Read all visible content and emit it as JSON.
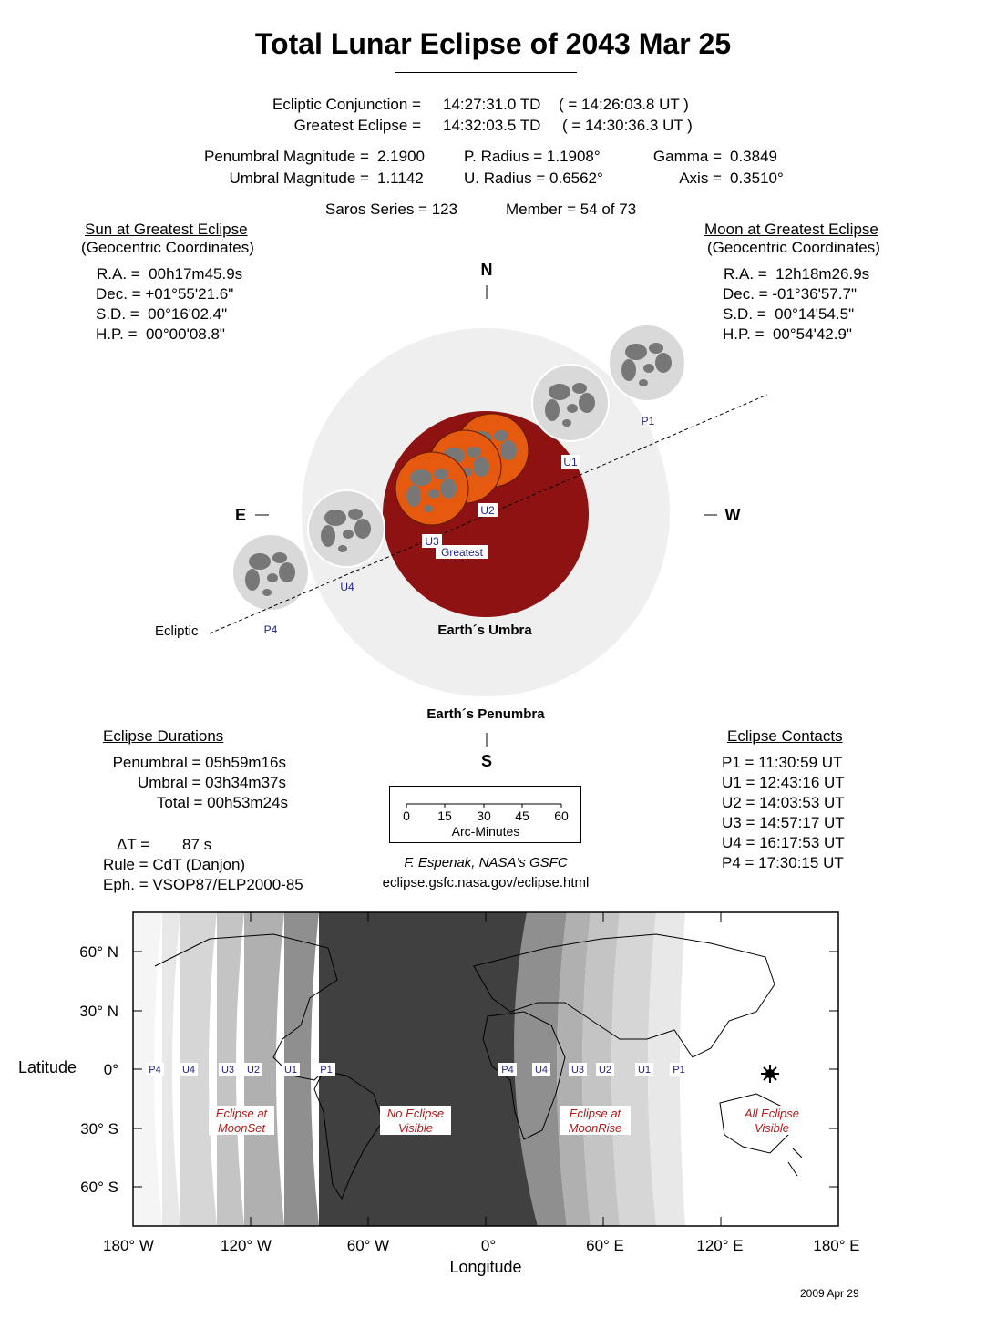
{
  "title": "Total Lunar Eclipse of  2043 Mar 25",
  "times": {
    "conj_label": "Ecliptic Conjunction =",
    "conj_td": "14:27:31.0 TD",
    "conj_ut": "( = 14:26:03.8 UT )",
    "greatest_label": "Greatest Eclipse =",
    "greatest_td": "14:32:03.5 TD",
    "greatest_ut": "( = 14:30:36.3 UT )"
  },
  "params": {
    "pen_mag_label": "Penumbral Magnitude =",
    "pen_mag": "2.1900",
    "umb_mag_label": "Umbral Magnitude =",
    "umb_mag": "1.1142",
    "p_radius": "P. Radius = 1.1908°",
    "u_radius": "U. Radius = 0.6562°",
    "gamma_label": "Gamma =",
    "gamma": "0.3849",
    "axis_label": "Axis =",
    "axis": "0.3510°"
  },
  "saros": {
    "series": "Saros Series = 123",
    "member": "Member = 54 of 73"
  },
  "sun": {
    "heading": "Sun at Greatest Eclipse",
    "sub": "(Geocentric Coordinates)",
    "ra": "R.A. =  00h17m45.9s",
    "dec": "Dec. = +01°55'21.6\"",
    "sd": "S.D. =  00°16'02.4\"",
    "hp": "H.P. =  00°00'08.8\""
  },
  "moon": {
    "heading": "Moon at Greatest Eclipse",
    "sub": "(Geocentric Coordinates)",
    "ra": "R.A. =  12h18m26.9s",
    "dec": "Dec. = -01°36'57.7\"",
    "sd": "S.D. =  00°14'54.5\"",
    "hp": "H.P. =  00°54'42.9\""
  },
  "diagram": {
    "north": "N",
    "south": "S",
    "east": "E",
    "west": "W",
    "ecliptic": "Ecliptic",
    "umbra_label": "Earth´s Umbra",
    "penumbra_label": "Earth´s Penumbra",
    "greatest": "Greatest",
    "contacts": [
      "P1",
      "U1",
      "U2",
      "U3",
      "U4",
      "P4"
    ],
    "colors": {
      "umbra": "#8e1212",
      "penumbra": "#efefef",
      "eclipsed_moon": "#e65a10",
      "moon": "#d9d9d9"
    }
  },
  "durations": {
    "heading": "Eclipse Durations",
    "penumbral": "Penumbral = 05h59m16s",
    "umbral": "Umbral = 03h34m37s",
    "total": "Total = 00h53m24s"
  },
  "misc": {
    "delta_t_label": "ΔT =",
    "delta_t": "87 s",
    "rule": "Rule = CdT (Danjon)",
    "eph": "Eph. = VSOP87/ELP2000-85"
  },
  "scale": {
    "ticks": [
      "0",
      "15",
      "30",
      "45",
      "60"
    ],
    "label": "Arc-Minutes"
  },
  "credit": {
    "author": "F. Espenak, NASA's GSFC",
    "url": "eclipse.gsfc.nasa.gov/eclipse.html"
  },
  "contacts_list": {
    "heading": "Eclipse Contacts",
    "items": [
      "P1 = 11:30:59 UT",
      "U1 = 12:43:16 UT",
      "U2 = 14:03:53 UT",
      "U3 = 14:57:17 UT",
      "U4 = 16:17:53 UT",
      "P4 = 17:30:15 UT"
    ]
  },
  "map": {
    "lat_ticks": [
      "60° N",
      "30° N",
      "0°",
      "30° S",
      "60° S"
    ],
    "lon_ticks": [
      "180° W",
      "120° W",
      "60° W",
      "0°",
      "60° E",
      "120° E",
      "180° E"
    ],
    "ylabel": "Latitude",
    "xlabel": "Longitude",
    "west_contacts": [
      "P4",
      "U4",
      "U3",
      "U2",
      "U1",
      "P1"
    ],
    "east_contacts": [
      "P4",
      "U4",
      "U3",
      "U2",
      "U1",
      "P1"
    ],
    "regions": [
      {
        "line1": "Eclipse at",
        "line2": "MoonSet"
      },
      {
        "line1": "No Eclipse",
        "line2": "Visible"
      },
      {
        "line1": "Eclipse at",
        "line2": "MoonRise"
      },
      {
        "line1": "All Eclipse",
        "line2": "Visible"
      }
    ]
  },
  "date_stamp": "2009 Apr 29"
}
